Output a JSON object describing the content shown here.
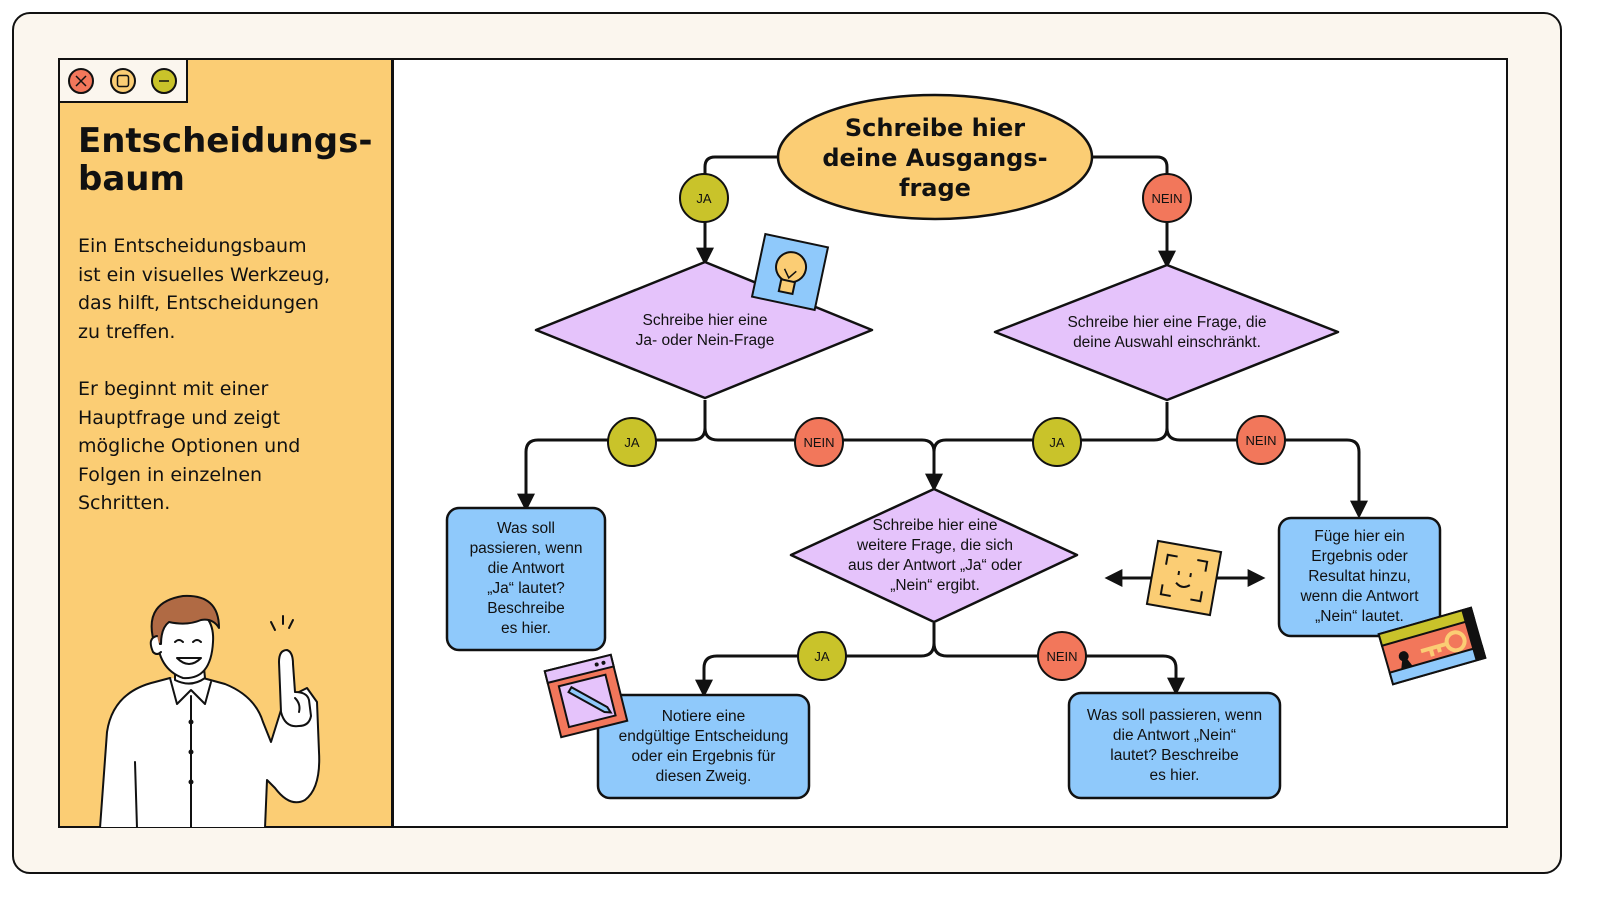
{
  "window": {
    "controls": [
      {
        "name": "close-icon",
        "color": "#f2775b"
      },
      {
        "name": "maximize-icon",
        "color": "#fbcd74"
      },
      {
        "name": "minimize-icon",
        "color": "#c9c32a"
      }
    ]
  },
  "sidebar": {
    "title": "Entscheidungs-\nbaum",
    "paragraphs": [
      "Ein Entscheidungsbaum\nist ein visuelles Werkzeug,\ndas hilft, Entscheidungen\nzu treffen.",
      "Er beginnt mit einer\nHauptfrage und zeigt\nmögliche Optionen und\nFolgen in einzelnen\nSchritten."
    ]
  },
  "diagram": {
    "start": "Schreibe hier\ndeine Ausgangs-\nfrage",
    "decision_left": "Schreibe hier eine\nJa- oder Nein-Frage",
    "decision_right": "Schreibe hier eine Frage, die\ndeine Auswahl einschränkt.",
    "decision_center": "Schreibe hier eine\nweitere Frage, die sich\naus der Antwort „Ja“ oder\n„Nein“ ergibt.",
    "box_yes_left": "Was soll\npassieren, wenn\ndie Antwort\n„Ja“ lautet?\nBeschreibe\nes hier.",
    "box_result_right": "Füge hier ein\nErgebnis oder\nResultat hinzu,\nwenn die Antwort\n„Nein“ lautet.",
    "box_final": "Notiere eine\nendgültige Entscheidung\noder ein Ergebnis für\ndiesen Zweig.",
    "box_no_bottom": "Was soll passieren, wenn\ndie Antwort „Nein“\nlautet? Beschreibe\nes hier.",
    "yes_label": "JA",
    "no_label": "NEIN",
    "colors": {
      "start": "#fbcd74",
      "decision": "#e5c3fb",
      "box": "#8fc9fb",
      "yes": "#c9c32a",
      "no": "#f2775b",
      "line": "#111111"
    },
    "stickers": [
      "lightbulb-icon",
      "face-scan-icon",
      "pencil-icon",
      "key-icon"
    ]
  }
}
